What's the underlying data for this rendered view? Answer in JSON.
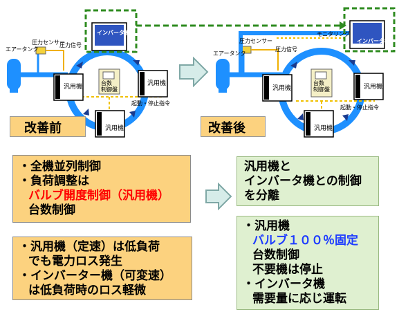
{
  "before": {
    "label": "改善前",
    "tank_label": "エアータンク",
    "sensor_label": "圧力センサー",
    "signal_label": "圧力信号",
    "inverter_label": "インバータ機",
    "general_label": "汎用機",
    "controller_label": "台数\n制御盤",
    "start_stop_label": "起動・停止指令"
  },
  "after": {
    "label": "改善後",
    "tank_label": "エアータンク",
    "sensor_label": "圧力センサー",
    "signal_label": "圧力信号",
    "monitor_label": "モニタリング",
    "inverter_label": "インバータ機",
    "general_label": "汎用機",
    "controller_label": "台数\n制御盤",
    "start_stop_label": "起動・停止指令"
  },
  "box_before_top": {
    "line1": "・全機並列制御",
    "line2": "・負荷調整は",
    "line3": "バルブ開度制御（汎用機）",
    "line4": "台数制御"
  },
  "box_before_bottom": {
    "line1": "・汎用機（定速）は低負荷",
    "line2": "でも電力ロス発生",
    "line3": "・インバーター機（可変速）",
    "line4": "は低負荷時のロス軽微"
  },
  "box_after_top": {
    "line1": "汎用機と",
    "line2": "インバータ機との制御",
    "line3": "を分離"
  },
  "box_after_bottom": {
    "line1": "・汎用機",
    "line2": "バルブ１００％固定",
    "line3": "台数制御",
    "line4": "不要機は停止",
    "line5": "・インバータ機",
    "line6": "需要量に応じ運転"
  },
  "colors": {
    "pipe": "#1e90ff",
    "tank": "#1e90ff",
    "dashed_green": "#2e8b1f",
    "arrow_fill": "#d6ece9",
    "arrow_stroke": "#7fa8a6",
    "orange_box": "#fcd27f",
    "green_box": "#dff0d0",
    "label_box": "#fcd27f",
    "red_text": "#ff0000",
    "blue_text": "#1e3cff"
  }
}
